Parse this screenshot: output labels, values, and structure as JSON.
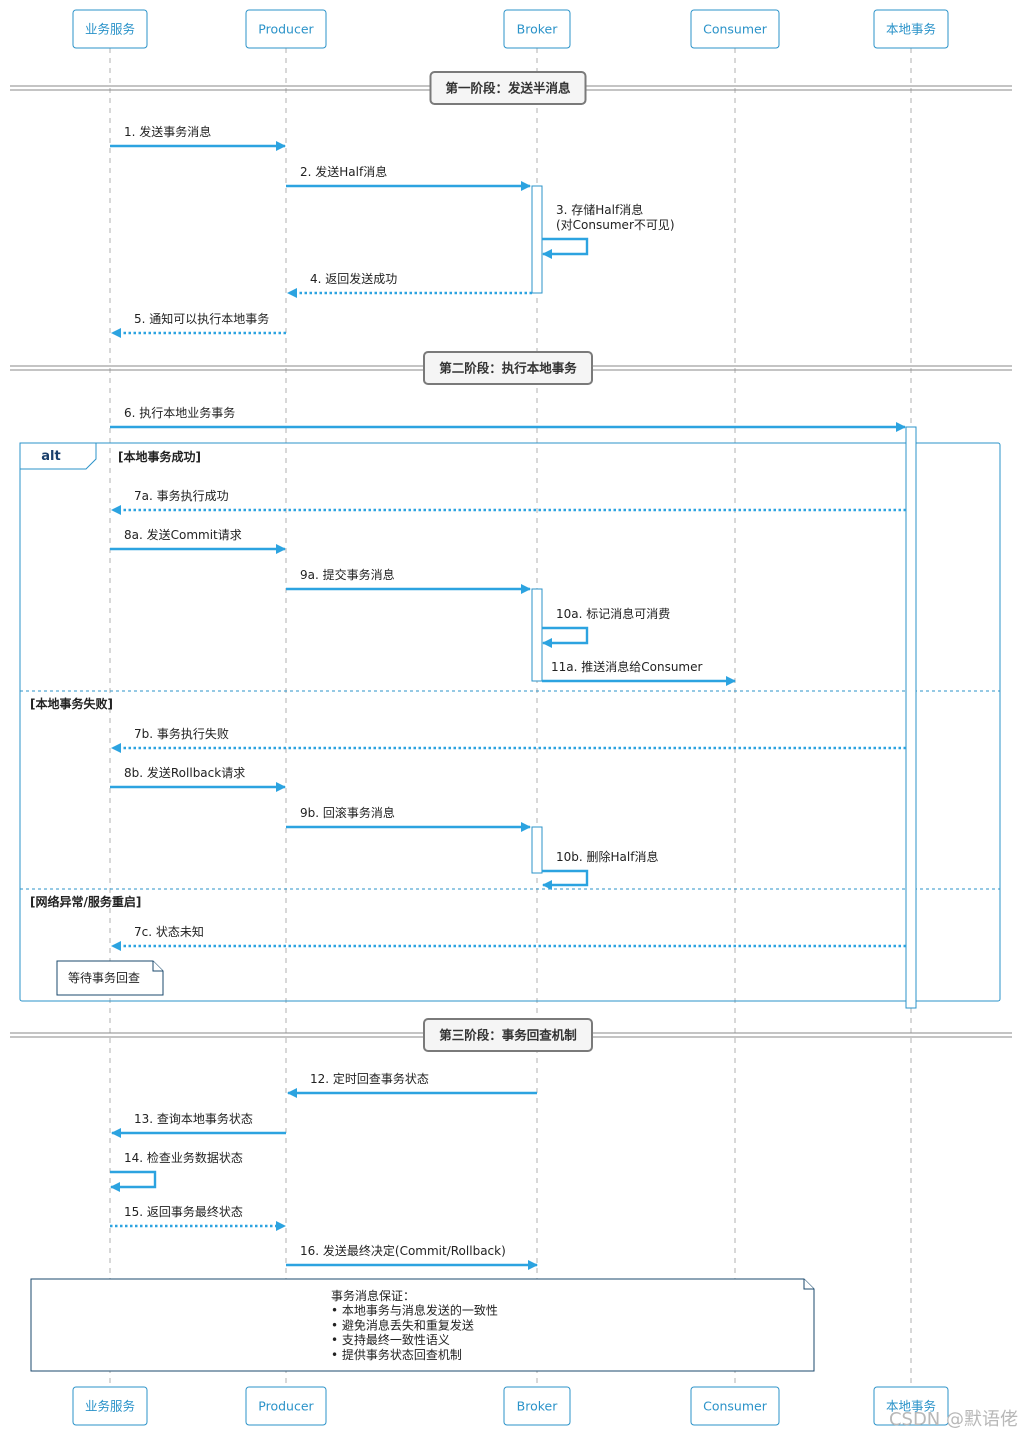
{
  "participants": [
    {
      "id": "biz",
      "label": "业务服务"
    },
    {
      "id": "producer",
      "label": "Producer"
    },
    {
      "id": "broker",
      "label": "Broker"
    },
    {
      "id": "consumer",
      "label": "Consumer"
    },
    {
      "id": "local",
      "label": "本地事务"
    }
  ],
  "phases": [
    {
      "label": "第一阶段：发送半消息"
    },
    {
      "label": "第二阶段：执行本地事务"
    },
    {
      "label": "第三阶段：事务回查机制"
    }
  ],
  "messages": [
    {
      "label": "1. 发送事务消息",
      "from": "biz",
      "to": "producer",
      "style": "solid"
    },
    {
      "label": "2. 发送Half消息",
      "from": "producer",
      "to": "broker",
      "style": "solid"
    },
    {
      "label": "3. 存储Half消息\n(对Consumer不可见)",
      "from": "broker",
      "to": "broker",
      "style": "solid"
    },
    {
      "label": "4. 返回发送成功",
      "from": "broker",
      "to": "producer",
      "style": "dashed"
    },
    {
      "label": "5. 通知可以执行本地事务",
      "from": "producer",
      "to": "biz",
      "style": "dashed"
    },
    {
      "label": "6. 执行本地业务事务",
      "from": "biz",
      "to": "local",
      "style": "solid"
    },
    {
      "label": "7a. 事务执行成功",
      "from": "local",
      "to": "biz",
      "style": "dashed"
    },
    {
      "label": "8a. 发送Commit请求",
      "from": "biz",
      "to": "producer",
      "style": "solid"
    },
    {
      "label": "9a. 提交事务消息",
      "from": "producer",
      "to": "broker",
      "style": "solid"
    },
    {
      "label": "10a. 标记消息可消费",
      "from": "broker",
      "to": "broker",
      "style": "solid"
    },
    {
      "label": "11a. 推送消息给Consumer",
      "from": "broker",
      "to": "consumer",
      "style": "solid"
    },
    {
      "label": "7b. 事务执行失败",
      "from": "local",
      "to": "biz",
      "style": "dashed"
    },
    {
      "label": "8b. 发送Rollback请求",
      "from": "biz",
      "to": "producer",
      "style": "solid"
    },
    {
      "label": "9b. 回滚事务消息",
      "from": "producer",
      "to": "broker",
      "style": "solid"
    },
    {
      "label": "10b. 删除Half消息",
      "from": "broker",
      "to": "broker",
      "style": "solid"
    },
    {
      "label": "7c. 状态未知",
      "from": "local",
      "to": "biz",
      "style": "dashed"
    },
    {
      "label": "12. 定时回查事务状态",
      "from": "broker",
      "to": "producer",
      "style": "solid"
    },
    {
      "label": "13. 查询本地事务状态",
      "from": "producer",
      "to": "biz",
      "style": "solid"
    },
    {
      "label": "14. 检查业务数据状态",
      "from": "biz",
      "to": "biz",
      "style": "solid"
    },
    {
      "label": "15. 返回事务最终状态",
      "from": "biz",
      "to": "producer",
      "style": "dashed"
    },
    {
      "label": "16. 发送最终决定(Commit/Rollback)",
      "from": "producer",
      "to": "broker",
      "style": "solid"
    }
  ],
  "alt_frame": {
    "keyword": "alt",
    "sections": [
      {
        "guard": "[本地事务成功]"
      },
      {
        "guard": "[本地事务失败]"
      },
      {
        "guard": "[网络异常/服务重启]"
      }
    ]
  },
  "notes": [
    {
      "lines": [
        "等待事务回查"
      ]
    },
    {
      "lines": [
        "事务消息保证：",
        "• 本地事务与消息发送的一致性",
        "• 避免消息丢失和重复发送",
        "• 支持最终一致性语义",
        "• 提供事务状态回查机制"
      ]
    }
  ],
  "watermark": "CSDN @默语佬",
  "colors": {
    "accent": "#2ca3e0",
    "frame": "#2b93c9",
    "note_border": "#1b4a6e",
    "divider_fill": "#f5f5f5"
  }
}
